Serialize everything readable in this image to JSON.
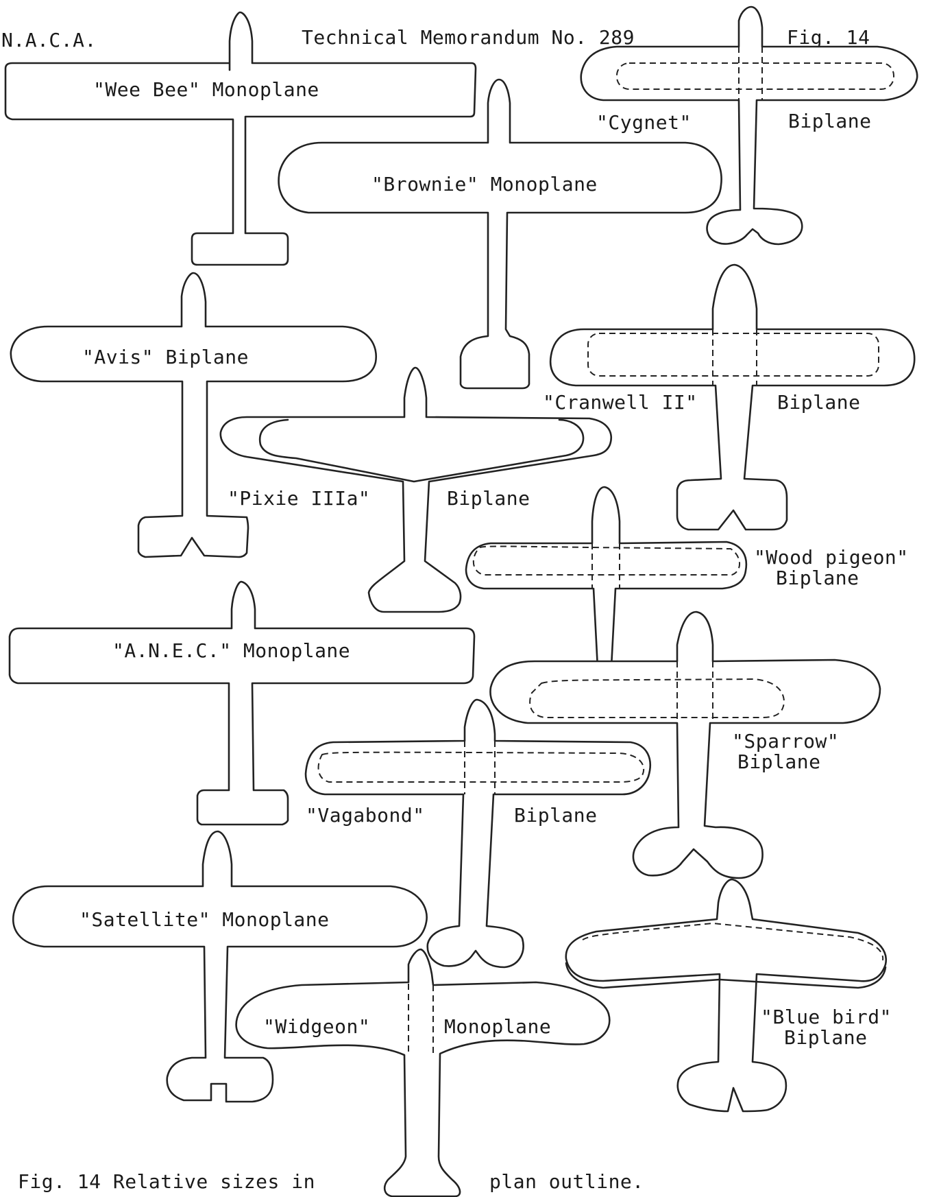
{
  "header": {
    "org": "N.A.C.A.",
    "memo": "Technical Memorandum No. 289",
    "fig": "Fig. 14"
  },
  "labels": {
    "wee_bee": "\"Wee Bee\" Monoplane",
    "brownie": "\"Brownie\" Monoplane",
    "cygnet_name": "\"Cygnet\"",
    "cygnet_type": "Biplane",
    "avis": "\"Avis\" Biplane",
    "cranwell_name": "\"Cranwell II\"",
    "cranwell_type": "Biplane",
    "pixie_name": "\"Pixie IIIa\"",
    "pixie_type": "Biplane",
    "woodpigeon_name": "\"Wood pigeon\"",
    "woodpigeon_type": "Biplane",
    "anec": "\"A.N.E.C.\" Monoplane",
    "sparrow_name": "\"Sparrow\"",
    "sparrow_type": "Biplane",
    "vagabond_name": "\"Vagabond\"",
    "vagabond_type": "Biplane",
    "satellite": "\"Satellite\" Monoplane",
    "widgeon_name": "\"Widgeon\"",
    "widgeon_type": "Monoplane",
    "bluebird_name": "\"Blue bird\"",
    "bluebird_type": "Biplane"
  },
  "caption": {
    "left": "Fig. 14 Relative sizes in",
    "right": "plan outline."
  }
}
